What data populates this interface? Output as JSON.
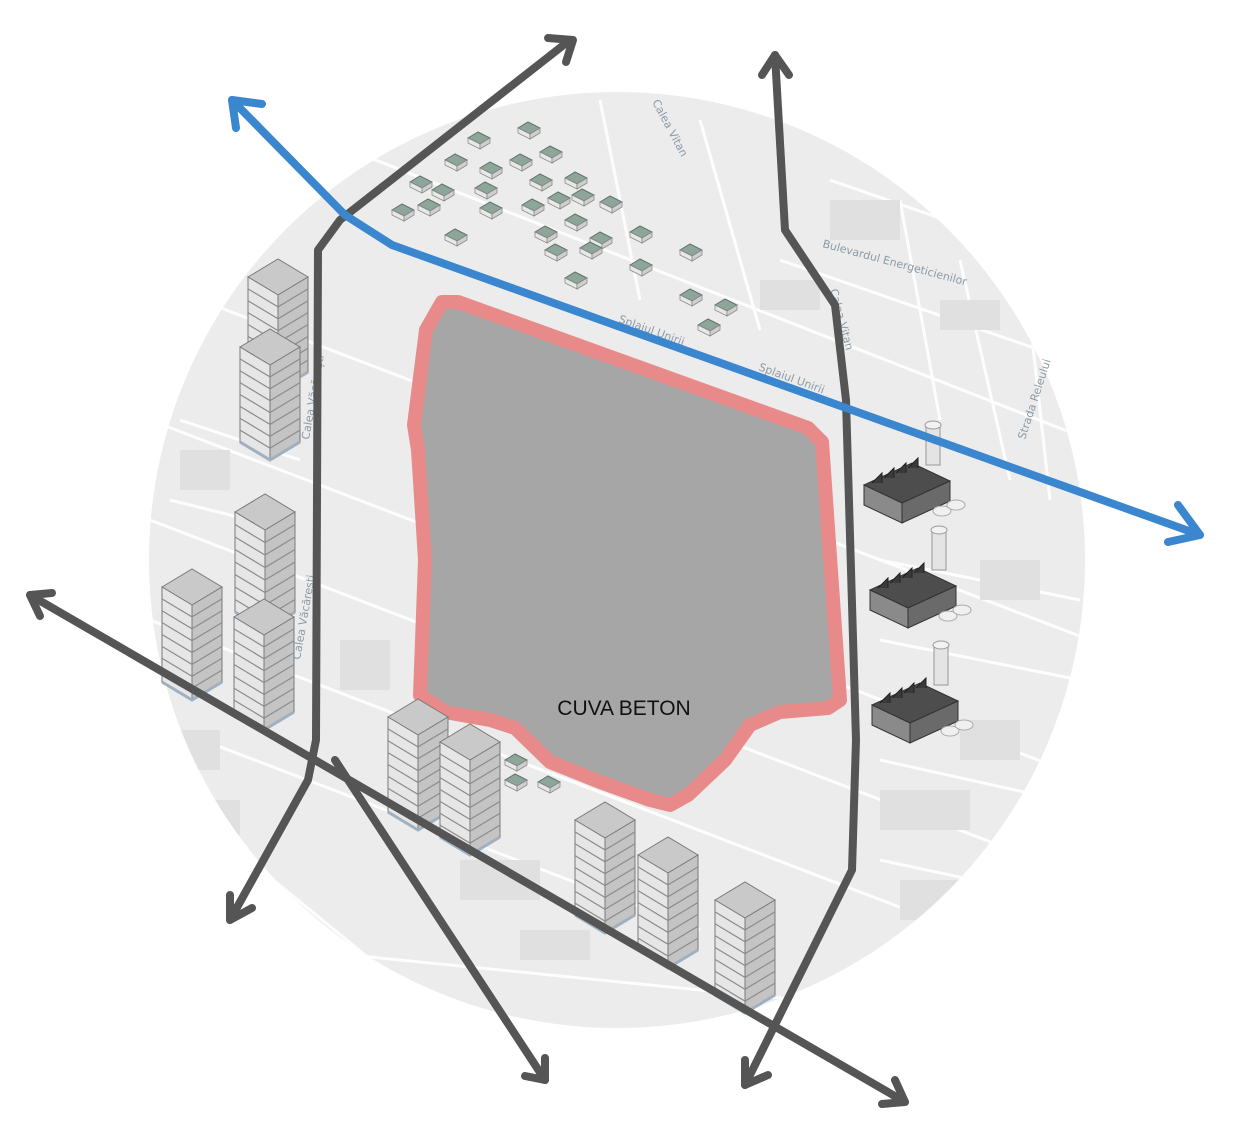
{
  "site": {
    "label": "CUVA BETON",
    "fill_color": "#a6a6a6",
    "outline_color": "#e88a8a"
  },
  "streets": [
    {
      "id": "calea-vitan",
      "name": "Calea Vitan"
    },
    {
      "id": "bulevardul-energeticienilor",
      "name": "Bulevardul Energeticienilor"
    },
    {
      "id": "splaiul-unirii-a",
      "name": "Splaiul Unirii"
    },
    {
      "id": "splaiul-unirii-b",
      "name": "Splaiul Unirii"
    },
    {
      "id": "strada-releului",
      "name": "Strada Releului"
    },
    {
      "id": "calea-vacaresti",
      "name": "Calea Văcărești"
    },
    {
      "id": "calea-vacaresti-b",
      "name": "Calea Văcărești"
    },
    {
      "id": "calea-vitan-right",
      "name": "Calea Vitan"
    }
  ],
  "colors": {
    "circle_background": "#ececec",
    "road_arrow": "#555555",
    "water_arrow": "#3a86cf",
    "building_light": "#d9d9d9",
    "building_dark": "#6d6d6d",
    "house_roof": "#8ea59a"
  },
  "icons": {
    "arrow": "arrowhead-icon",
    "tower": "apartment-tower-icon",
    "house": "small-house-icon",
    "factory": "factory-icon"
  }
}
